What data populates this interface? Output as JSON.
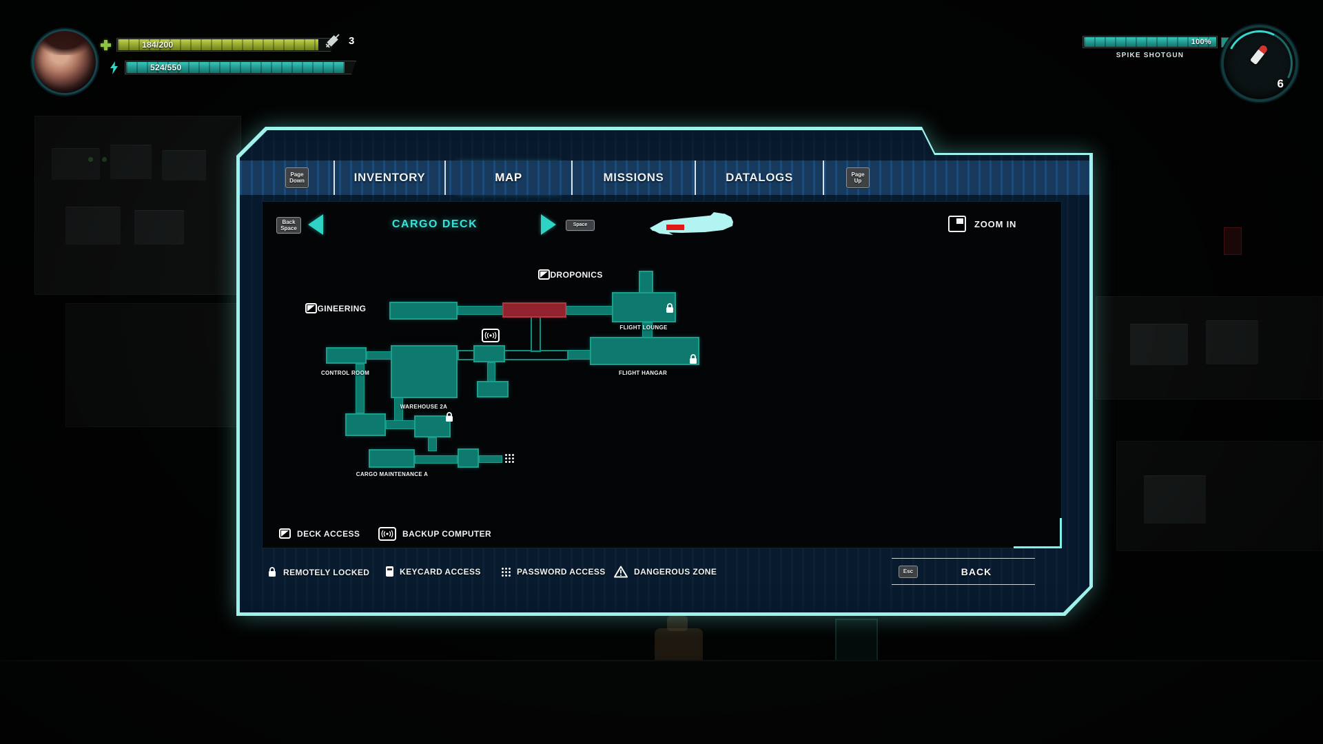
{
  "hud": {
    "health": "184/200",
    "energy": "524/550",
    "syringes": "3",
    "weapon": {
      "charge": "100%",
      "name": "SPIKE SHOTGUN",
      "ammo": "6"
    }
  },
  "menu": {
    "page_down_key": "Page Down",
    "page_up_key": "Page Up",
    "tabs": [
      {
        "label": "INVENTORY",
        "active": false
      },
      {
        "label": "MAP",
        "active": true
      },
      {
        "label": "MISSIONS",
        "active": false
      },
      {
        "label": "DATALOGS",
        "active": false
      }
    ]
  },
  "map": {
    "title": "CARGO DECK",
    "prev_key": "Back Space",
    "next_key": "Space",
    "zoom_label": "ZOOM IN",
    "rooms": {
      "hydroponics": "HYDROPONICS",
      "engineering": "ENGINEERING",
      "flight_lounge": "FLIGHT LOUNGE",
      "control_room": "CONTROL ROOM",
      "warehouse_2a": "WAREHOUSE 2A",
      "flight_hangar": "FLIGHT HANGAR",
      "cargo_maintenance_a": "CARGO MAINTENANCE A"
    },
    "legend": [
      {
        "icon": "deck-access",
        "label": "DECK ACCESS"
      },
      {
        "icon": "backup-computer",
        "label": "BACKUP COMPUTER"
      }
    ]
  },
  "footer": {
    "legend": [
      {
        "icon": "lock",
        "label": "REMOTELY LOCKED"
      },
      {
        "icon": "keycard",
        "label": "KEYCARD ACCESS"
      },
      {
        "icon": "keypad",
        "label": "PASSWORD ACCESS"
      },
      {
        "icon": "warning",
        "label": "DANGEROUS ZONE"
      }
    ],
    "back_key": "Esc",
    "back_label": "BACK"
  },
  "colors": {
    "accent": "#7df3ea",
    "room": "#0e7a6e",
    "danger": "#92222e",
    "tab_active": "#4aa6b8"
  }
}
